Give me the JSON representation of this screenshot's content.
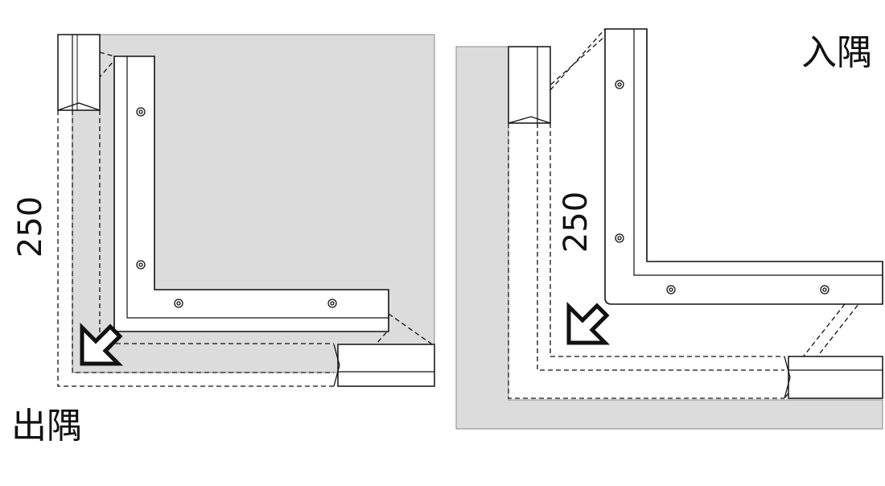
{
  "labels": {
    "outside_corner": "出隅",
    "inside_corner": "入隅",
    "dimension_left": "250",
    "dimension_right": "250"
  },
  "colors": {
    "line": "#111111",
    "wall_gray": "#dcdcdc",
    "part_fill": "#ffffff"
  },
  "icons": {
    "direction_arrow": "arrow-down-left-icon"
  }
}
